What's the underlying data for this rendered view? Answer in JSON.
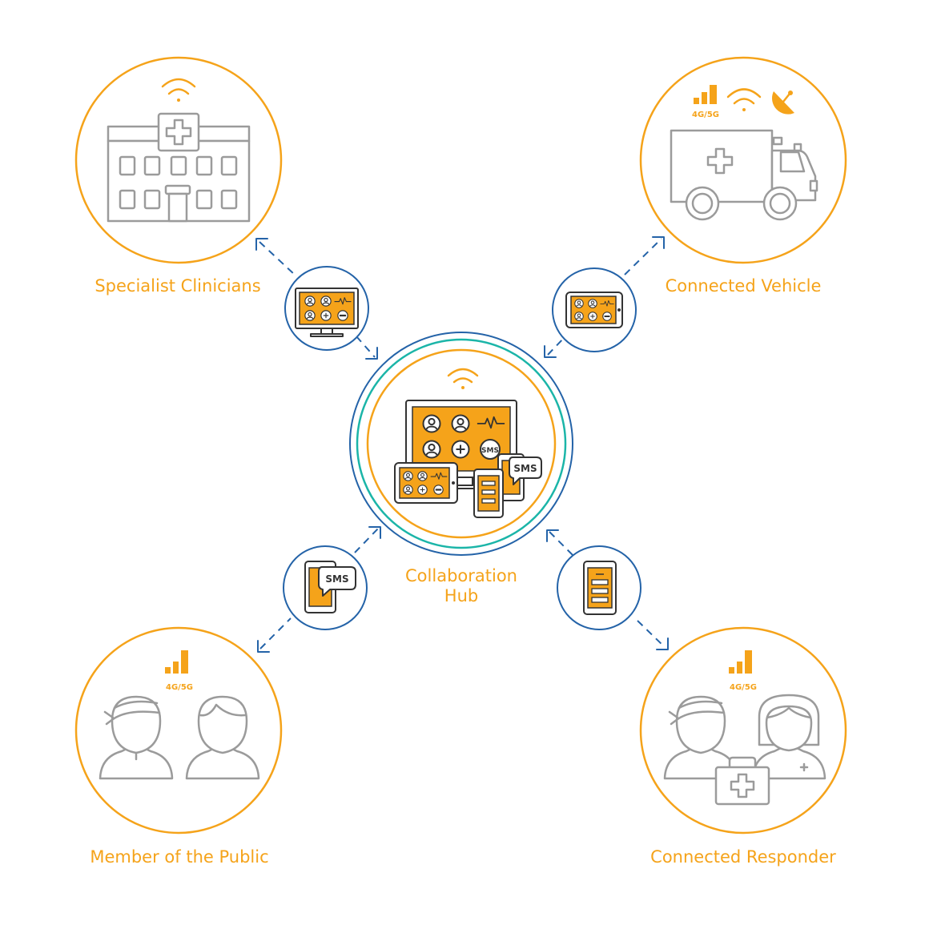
{
  "nodes": {
    "hub": {
      "label_line1": "Collaboration",
      "label_line2": "Hub"
    },
    "specialist": {
      "label": "Specialist Clinicians"
    },
    "vehicle": {
      "label": "Connected Vehicle",
      "network": "4G/5G"
    },
    "public": {
      "label": "Member of the Public",
      "network": "4G/5G"
    },
    "responder": {
      "label": "Connected Responder",
      "network": "4G/5G"
    }
  },
  "badges": {
    "sms": "SMS"
  },
  "colors": {
    "accent": "#F5A31A",
    "link": "#2463A8",
    "teal": "#1BB5A8",
    "icon_gray": "#9B9B9B"
  },
  "icons": [
    "wifi-icon",
    "signal-bars-icon",
    "satellite-dish-icon",
    "hospital-icon",
    "ambulance-icon",
    "people-icon",
    "first-aid-kit-icon",
    "monitor-icon",
    "tablet-icon",
    "phone-icon",
    "sms-bubble-icon"
  ]
}
